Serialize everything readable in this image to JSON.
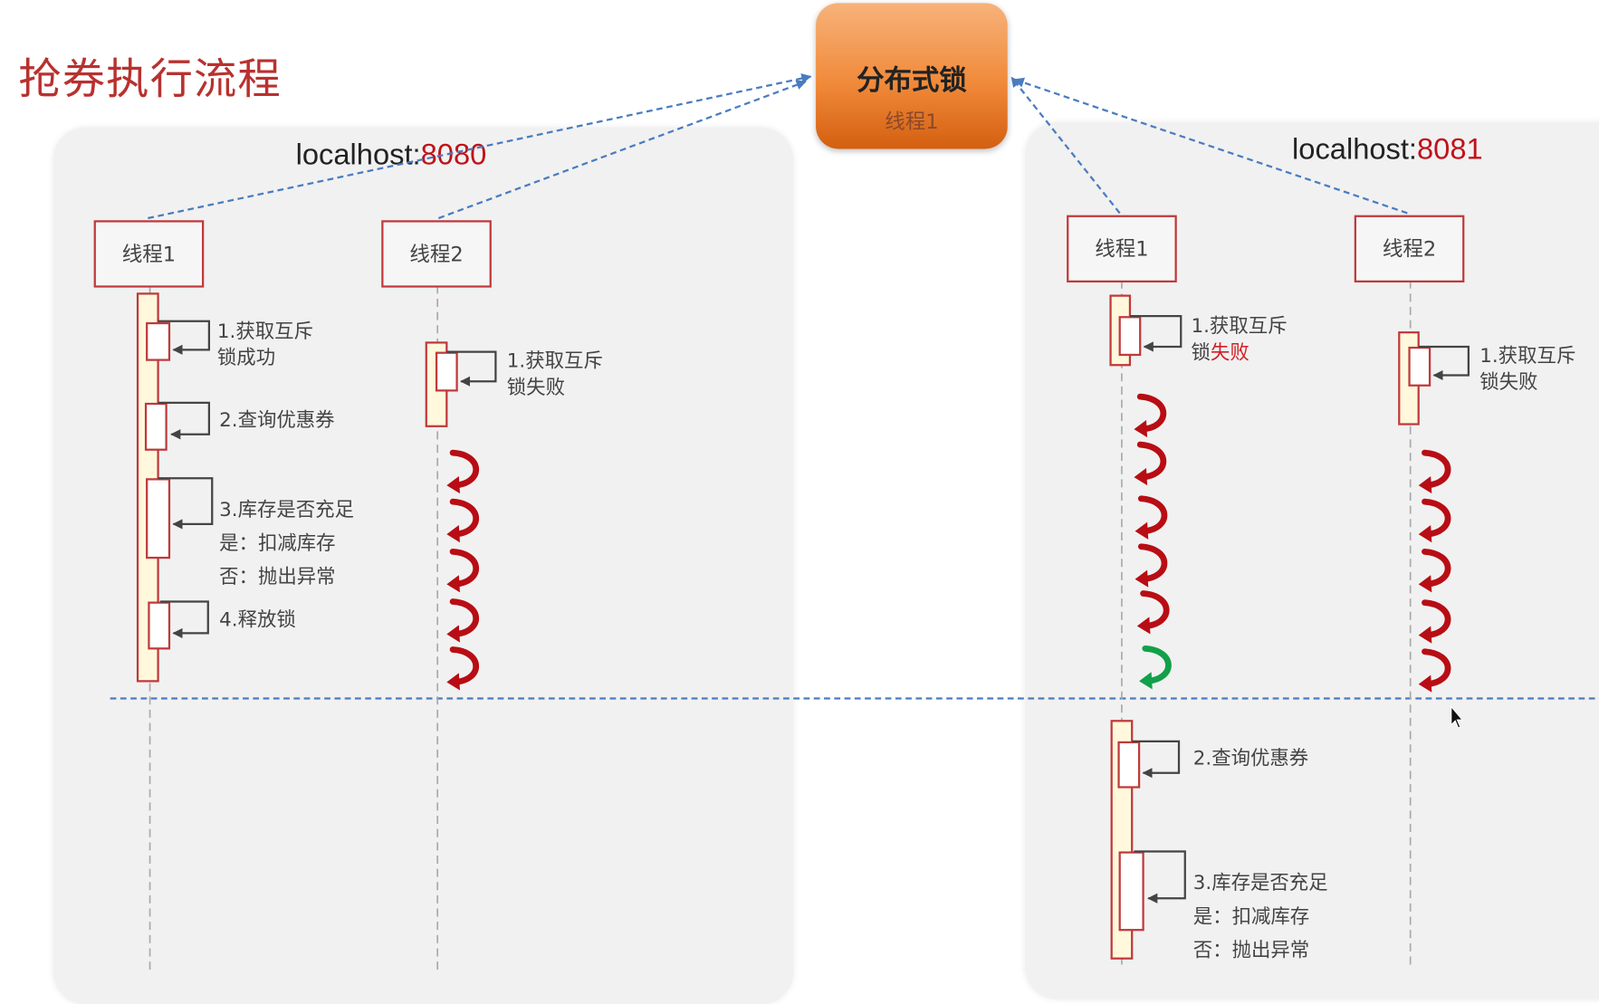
{
  "title": "抢券执行流程",
  "lock": {
    "title": "分布式锁",
    "holder": "线程1",
    "color": "#f08a3a"
  },
  "servers": [
    {
      "host": "localhost:",
      "port": "8080",
      "threads": [
        {
          "name": "线程1",
          "steps": [
            {
              "line1": "1.获取互斥",
              "line2": "锁成功"
            },
            {
              "line1": "2.查询优惠券"
            },
            {
              "line1": "3.库存是否充足",
              "line2": "是：扣减库存",
              "line3": "否：抛出异常"
            },
            {
              "line1": "4.释放锁"
            }
          ]
        },
        {
          "name": "线程2",
          "steps": [
            {
              "line1": "1.获取互斥",
              "line2": "锁失败"
            }
          ],
          "retries": 5
        }
      ]
    },
    {
      "host": "localhost:",
      "port": "8081",
      "threads": [
        {
          "name": "线程1",
          "steps": [
            {
              "line1": "1.获取互斥",
              "line2a": "锁",
              "line2b": "失败"
            },
            {
              "line1": "2.查询优惠券"
            },
            {
              "line1": "3.库存是否充足",
              "line2": "是：扣减库存",
              "line3": "否：抛出异常"
            }
          ],
          "retries": 5,
          "success_retry": 1
        },
        {
          "name": "线程2",
          "steps": [
            {
              "line1": "1.获取互斥",
              "line2": "锁失败"
            }
          ],
          "retries": 5
        }
      ]
    }
  ],
  "colors": {
    "accent_red": "#c0121a",
    "retry_fail": "#b80d14",
    "retry_success": "#12a04a",
    "connector": "#4a7cc0"
  }
}
